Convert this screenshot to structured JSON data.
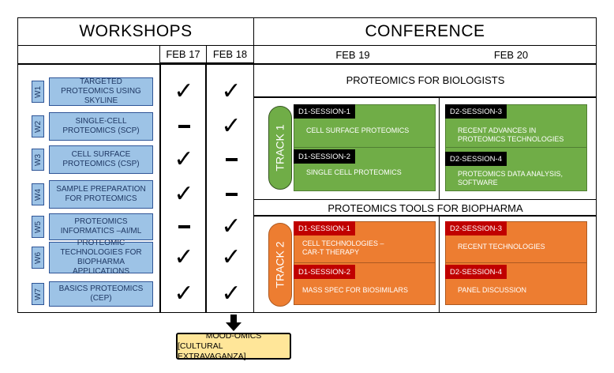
{
  "workshops_header": "WORKSHOPS",
  "conference_header": "CONFERENCE",
  "dates": {
    "feb17": "FEB 17",
    "feb18": "FEB 18",
    "feb19": "FEB 19",
    "feb20": "FEB 20"
  },
  "workshops": [
    {
      "id": "W1",
      "title": "TARGETED PROTEOMICS USING SKYLINE",
      "feb17": "check",
      "feb18": "check"
    },
    {
      "id": "W2",
      "title": "SINGLE-CELL PROTEOMICS (SCP)",
      "feb17": "dash",
      "feb18": "check"
    },
    {
      "id": "W3",
      "title": "CELL SURFACE PROTEOMICS (CSP)",
      "feb17": "check",
      "feb18": "dash"
    },
    {
      "id": "W4",
      "title": "SAMPLE PREPARATION FOR PROTEOMICS",
      "feb17": "check",
      "feb18": "dash"
    },
    {
      "id": "W5",
      "title": "PROTEOMICS INFORMATICS –AI/ML",
      "feb17": "dash",
      "feb18": "check"
    },
    {
      "id": "W6",
      "title": "PROTEOMIC TECHNOLOGIES FOR BIOPHARMA APPLICATIONS",
      "feb17": "check",
      "feb18": "check"
    },
    {
      "id": "W7",
      "title": "BASICS PROTEOMICS (CEP)",
      "feb17": "check",
      "feb18": "check"
    }
  ],
  "marks": {
    "check": "✓"
  },
  "track1": {
    "section_title": "PROTEOMICS FOR BIOLOGISTS",
    "label": "TRACK 1",
    "sessions": [
      {
        "tag": "D1-SESSION-1",
        "title": "CELL SURFACE PROTEOMICS"
      },
      {
        "tag": "D1-SESSION-2",
        "title": "SINGLE CELL PROTEOMICS"
      },
      {
        "tag": "D2-SESSION-3",
        "title": "RECENT ADVANCES IN PROTEOMICS TECHNOLOGIES"
      },
      {
        "tag": "D2-SESSION-4",
        "title": "PROTEOMICS DATA ANALYSIS, SOFTWARE"
      }
    ]
  },
  "track2": {
    "section_title": "PROTEOMICS TOOLS FOR BIOPHARMA",
    "label": "TRACK 2",
    "sessions": [
      {
        "tag": "D1-SESSION-1",
        "title": "CELL TECHNOLOGIES – CAR-T THERAPY"
      },
      {
        "tag": "D1-SESSION-2",
        "title": "MASS SPEC FOR BIOSIMILARS"
      },
      {
        "tag": "D2-SESSION-3",
        "title": "RECENT TECHNOLOGIES"
      },
      {
        "tag": "D2-SESSION-4",
        "title": "PANEL DISCUSSION"
      }
    ]
  },
  "mood_omics": {
    "line1": "MOOD-OMICS",
    "line2": "[CULTURAL EXTRAVAGANZA]"
  },
  "colors": {
    "workshop_fill": "#9dc3e6",
    "workshop_border": "#2f5597",
    "track1_fill": "#70ad47",
    "track1_tag": "#000000",
    "track2_fill": "#ed7d31",
    "track2_tag": "#c00000",
    "mood_fill": "#ffe699"
  }
}
